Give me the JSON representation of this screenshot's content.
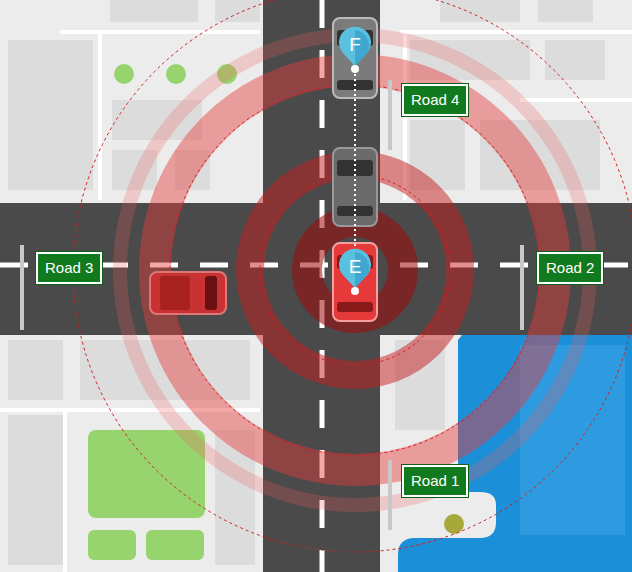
{
  "diagram": {
    "nodes": [
      {
        "text": [
          "F"
        ]
      },
      {
        "text": [
          "Road 4"
        ]
      },
      {
        "text": [
          "Road 3"
        ]
      },
      {
        "text": [
          "E"
        ]
      },
      {
        "text": [
          "Road 2"
        ]
      },
      {
        "text": [
          "Road 1"
        ]
      }
    ],
    "edges": [
      {
        "from": 0,
        "to": 3,
        "arrow": "none"
      }
    ]
  }
}
